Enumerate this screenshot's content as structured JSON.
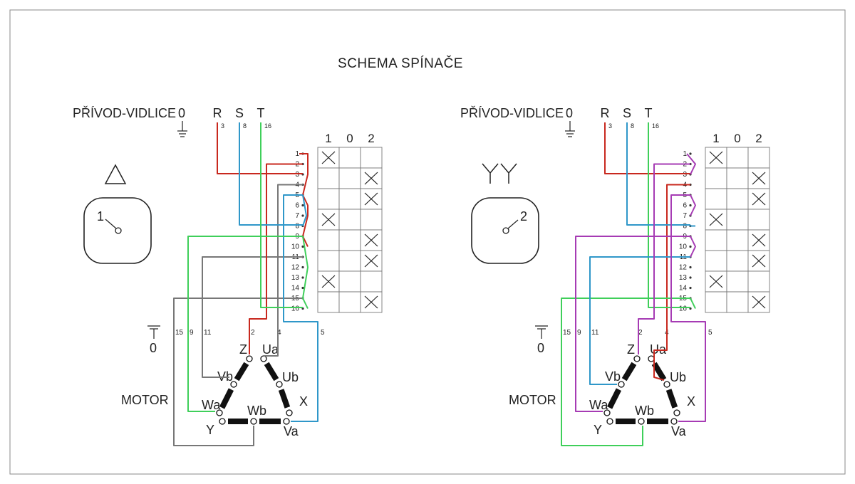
{
  "title": "SCHEMA SPÍNAČE",
  "colors": {
    "red": "#c8281e",
    "blue": "#2f97c9",
    "green": "#3fcf5a",
    "purple": "#a63bb4"
  },
  "panels": [
    {
      "supply_label": "PŘÍVOD-VIDLICE",
      "neutral_label": "0",
      "phases": [
        "R",
        "S",
        "T"
      ],
      "phase_terminals": [
        "3",
        "8",
        "16"
      ],
      "connection_symbol": "△",
      "selector_position": "1",
      "table_headers": [
        "1",
        "0",
        "2"
      ],
      "terminals": [
        "1",
        "2",
        "3",
        "4",
        "5",
        "6",
        "7",
        "8",
        "9",
        "10",
        "11",
        "12",
        "13",
        "14",
        "15",
        "16"
      ],
      "ground_label": "0",
      "motor_label": "MOTOR",
      "wire_labels": [
        "15",
        "9",
        "11",
        "2",
        "4",
        "5"
      ],
      "node_labels": {
        "Z": "Z",
        "Ua": "Ua",
        "Vb": "Vb",
        "Ub": "Ub",
        "Wa": "Wa",
        "Wb": "Wb",
        "X": "X",
        "Y": "Y",
        "Va": "Va"
      }
    },
    {
      "supply_label": "PŘÍVOD-VIDLICE",
      "neutral_label": "0",
      "phases": [
        "R",
        "S",
        "T"
      ],
      "phase_terminals": [
        "3",
        "8",
        "16"
      ],
      "connection_symbol": "YY",
      "selector_position": "2",
      "table_headers": [
        "1",
        "0",
        "2"
      ],
      "terminals": [
        "1",
        "2",
        "3",
        "4",
        "5",
        "6",
        "7",
        "8",
        "9",
        "10",
        "11",
        "12",
        "13",
        "14",
        "15",
        "16"
      ],
      "ground_label": "0",
      "motor_label": "MOTOR",
      "wire_labels": [
        "15",
        "9",
        "11",
        "2",
        "4",
        "5"
      ],
      "node_labels": {
        "Z": "Z",
        "Ua": "Ua",
        "Vb": "Vb",
        "Ub": "Ub",
        "Wa": "Wa",
        "Wb": "Wb",
        "X": "X",
        "Y": "Y",
        "Va": "Va"
      }
    }
  ]
}
